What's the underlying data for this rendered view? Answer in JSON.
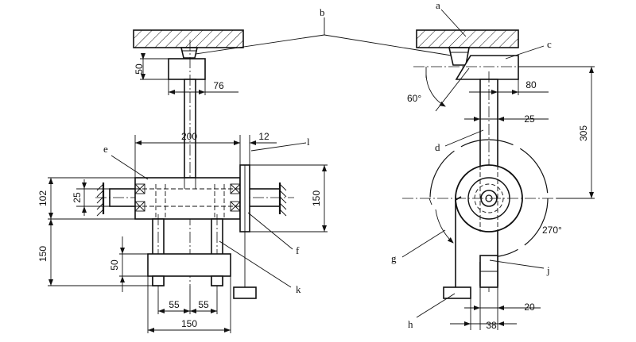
{
  "labels": {
    "a": "a",
    "b": "b",
    "c": "c",
    "d": "d",
    "e": "e",
    "f": "f",
    "g": "g",
    "h": "h",
    "j": "j",
    "k": "k",
    "l": "l"
  },
  "dimensions": {
    "d50_top": "50",
    "d76": "76",
    "d200": "200",
    "d12": "12",
    "d102": "102",
    "d25_left": "25",
    "d150_right": "150",
    "d150_left": "150",
    "d50_lower": "50",
    "d55_a": "55",
    "d55_b": "55",
    "d150_bottom": "150",
    "d80": "80",
    "d25_right": "25",
    "d305": "305",
    "d20": "20",
    "d38": "38"
  },
  "angles": {
    "a60": "60°",
    "a270": "270°"
  }
}
